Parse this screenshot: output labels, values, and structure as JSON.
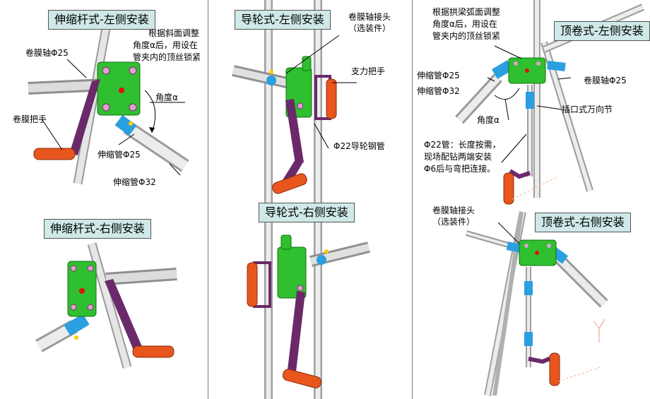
{
  "titles": {
    "p1_top": "伸缩杆式-左侧安装",
    "p1_bottom": "伸缩杆式-右侧安装",
    "p2_top": "导轮式-左侧安装",
    "p2_bottom": "导轮式-右侧安装",
    "p3_top": "顶卷式-左侧安装",
    "p3_bottom": "顶卷式-右侧安装"
  },
  "labels": {
    "p1_note_line1": "根据斜面调整",
    "p1_note_line2": "角度α后，用设在",
    "p1_note_line3": "管夹内的顶丝锁紧",
    "p1_shaft": "卷膜轴Φ25",
    "p1_angle": "角度α",
    "p1_handle": "卷膜把手",
    "p1_tube25": "伸缩管Φ25",
    "p1_tube32": "伸缩管Φ32",
    "p2_joint_line1": "卷膜轴接头",
    "p2_joint_line2": "（选装件）",
    "p2_support": "支力把手",
    "p2_guide": "Φ22导轮钢管",
    "p3_note_line1": "根据拱梁弧面调整",
    "p3_note_line2": "角度α后，用设在",
    "p3_note_line3": "管夹内的顶丝锁紧",
    "p3_shaft": "卷膜轴Φ25",
    "p3_tube25": "伸缩管Φ25",
    "p3_tube32": "伸缩管Φ32",
    "p3_angle": "角度α",
    "p3_ujoint": "插口式万向节",
    "p3_pipe_line1": "Φ22管：长度按需，",
    "p3_pipe_line2": "现场配钻两端安装",
    "p3_pipe_line3": "Φ6后与弯把连接。",
    "p3_joint_line1": "卷膜轴接头",
    "p3_joint_line2": "（选装件）"
  },
  "colors": {
    "title_bg": "#cfe8e8",
    "pipe": "#e4e4e4",
    "gear_box": "#2fbf2f",
    "handle_grip": "#e8561e",
    "crank_arm": "#6a2a6a",
    "clamp": "#2aa0e0",
    "bolt": "#ffcc00"
  }
}
